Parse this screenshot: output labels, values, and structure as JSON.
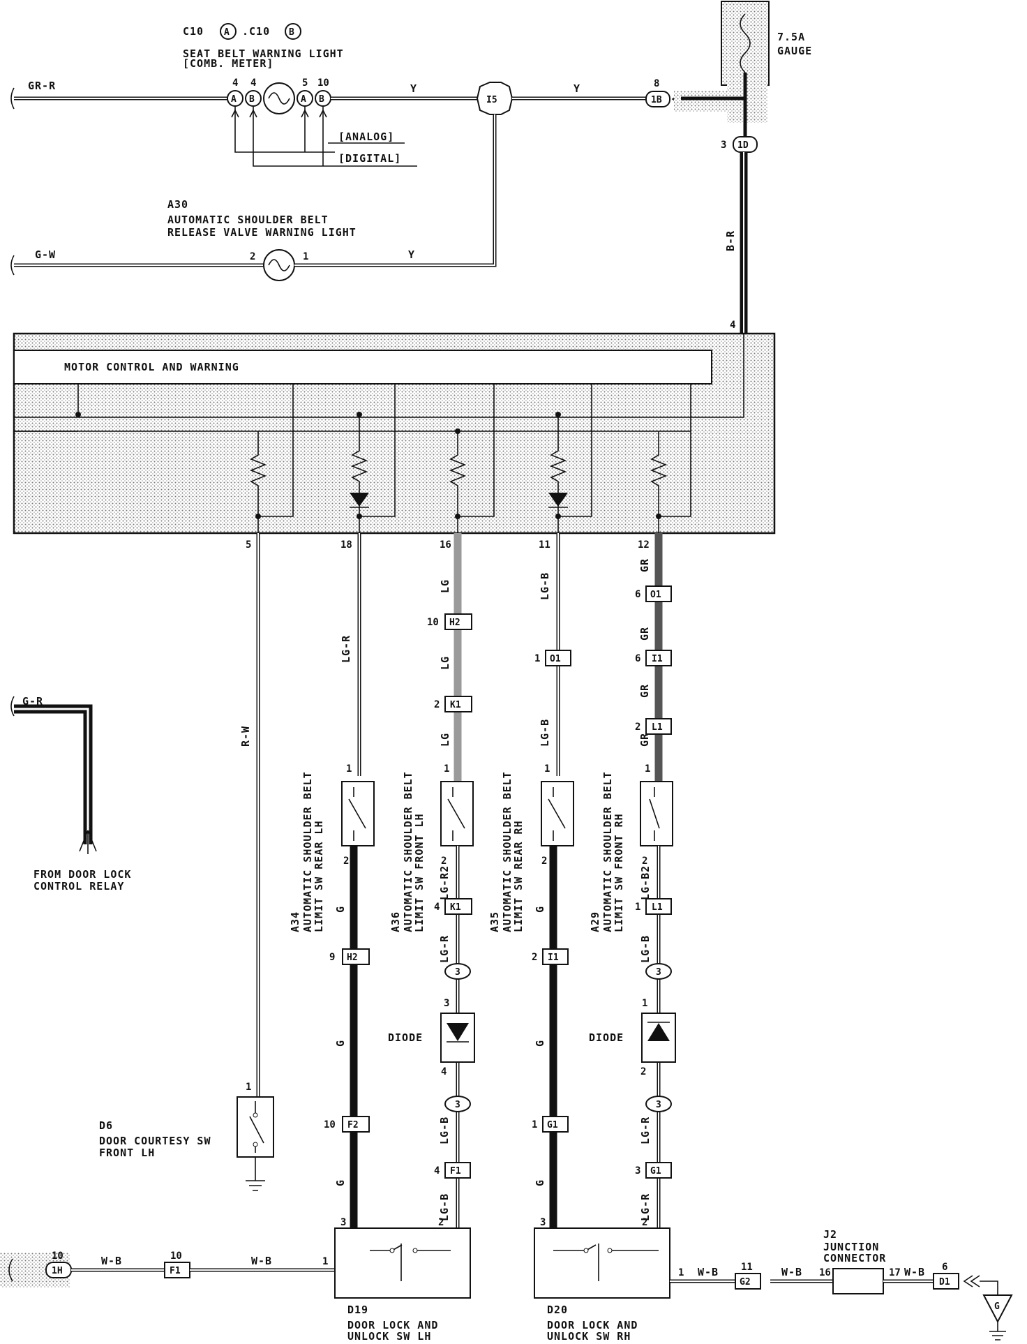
{
  "header": {
    "c10_prefix": "C10",
    "c10_sep": ".C10",
    "conn_a": "A",
    "conn_b": "B",
    "seatbelt_line1": "SEAT BELT WARNING LIGHT",
    "seatbelt_line2": "[COMB. METER]",
    "analog": "[ANALOG]",
    "digital": "[DIGITAL]"
  },
  "fuse": {
    "rating": "7.5A",
    "name": "GAUGE"
  },
  "a30": {
    "id": "A30",
    "line1": "AUTOMATIC SHOULDER BELT",
    "line2": "RELEASE VALVE WARNING LIGHT"
  },
  "motor_control": {
    "title": "MOTOR CONTROL AND WARNING"
  },
  "wire_colors": {
    "gr_r": "GR-R",
    "g_w": "G-W",
    "y": "Y",
    "b_r": "B-R",
    "r_w": "R-W",
    "lg_r": "LG-R",
    "lg": "LG",
    "lg_b": "LG-B",
    "gr": "GR",
    "g": "G",
    "g_r": "G-R",
    "w_b": "W-B",
    "lg_r2": "LG-R2",
    "lg_b2": "LG-B2"
  },
  "connectors": {
    "i5": "I5",
    "c1b": "1B",
    "c1d": "1D",
    "h2": "H2",
    "k1": "K1",
    "o1": "O1",
    "i1": "I1",
    "l1": "L1",
    "f2": "F2",
    "f1": "F1",
    "g1": "G1",
    "g2": "G2",
    "d1": "D1",
    "c1h": "1H",
    "c3": "3",
    "g": "G"
  },
  "pins": {
    "p4": "4",
    "p5": "5",
    "p10": "10",
    "p8": "8",
    "p3": "3",
    "p2": "2",
    "p1": "1",
    "p18": "18",
    "p16": "16",
    "p11": "11",
    "p12": "12",
    "p6": "6",
    "p9": "9",
    "p17": "17",
    "p16b": "16"
  },
  "switches": {
    "a34": {
      "id": "A34",
      "line1": "AUTOMATIC SHOULDER BELT",
      "line2": "LIMIT SW REAR LH"
    },
    "a36": {
      "id": "A36",
      "line1": "AUTOMATIC SHOULDER BELT",
      "line2": "LIMIT SW FRONT LH"
    },
    "a35": {
      "id": "A35",
      "line1": "AUTOMATIC SHOULDER BELT",
      "line2": "LIMIT SW REAR RH"
    },
    "a29": {
      "id": "A29",
      "line1": "AUTOMATIC SHOULDER BELT",
      "line2": "LIMIT SW FRONT RH"
    }
  },
  "diode_label": "DIODE",
  "from_relay": {
    "line1": "FROM DOOR LOCK",
    "line2": "CONTROL RELAY"
  },
  "d6": {
    "id": "D6",
    "line1": "DOOR COURTESY SW",
    "line2": "FRONT LH"
  },
  "d19": {
    "id": "D19",
    "line1": "DOOR LOCK AND",
    "line2": "UNLOCK SW LH"
  },
  "d20": {
    "id": "D20",
    "line1": "DOOR LOCK AND",
    "line2": "UNLOCK SW RH"
  },
  "j2": {
    "id": "J2",
    "line1": "JUNCTION",
    "line2": "CONNECTOR"
  }
}
